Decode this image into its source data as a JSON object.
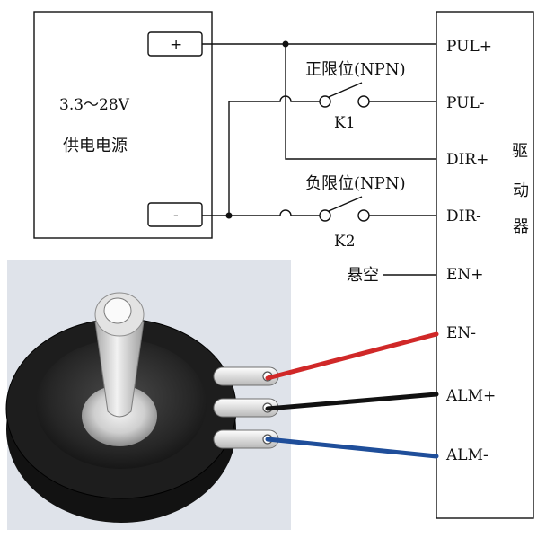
{
  "power_supply": {
    "voltage": "3.3～28V",
    "name": "供电电源",
    "plus": "+",
    "minus": "-"
  },
  "switches": {
    "k1_title": "正限位(NPN)",
    "k1_id": "K1",
    "k2_title": "负限位(NPN)",
    "k2_id": "K2"
  },
  "driver": {
    "name_chars": [
      "驱",
      "动",
      "器"
    ],
    "terminals": [
      "PUL+",
      "PUL-",
      "DIR+",
      "DIR-",
      "EN+",
      "EN-",
      "ALM+",
      "ALM-"
    ]
  },
  "floating_label": "悬空",
  "colors": {
    "wire_red": "#d02828",
    "wire_black": "#111111",
    "wire_blue": "#1f4e9a",
    "panel_bg": "#dfe3ea"
  }
}
